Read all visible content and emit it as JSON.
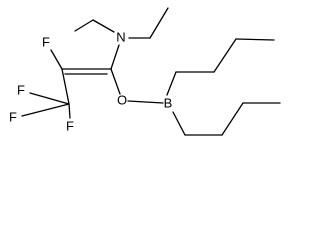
{
  "molecule": {
    "atoms": {
      "n_amine": "N",
      "f_vinyl": "F",
      "f_cf3_1": "F",
      "f_cf3_2": "F",
      "f_cf3_3": "F",
      "o_ether": "O",
      "b_boron": "B"
    }
  }
}
